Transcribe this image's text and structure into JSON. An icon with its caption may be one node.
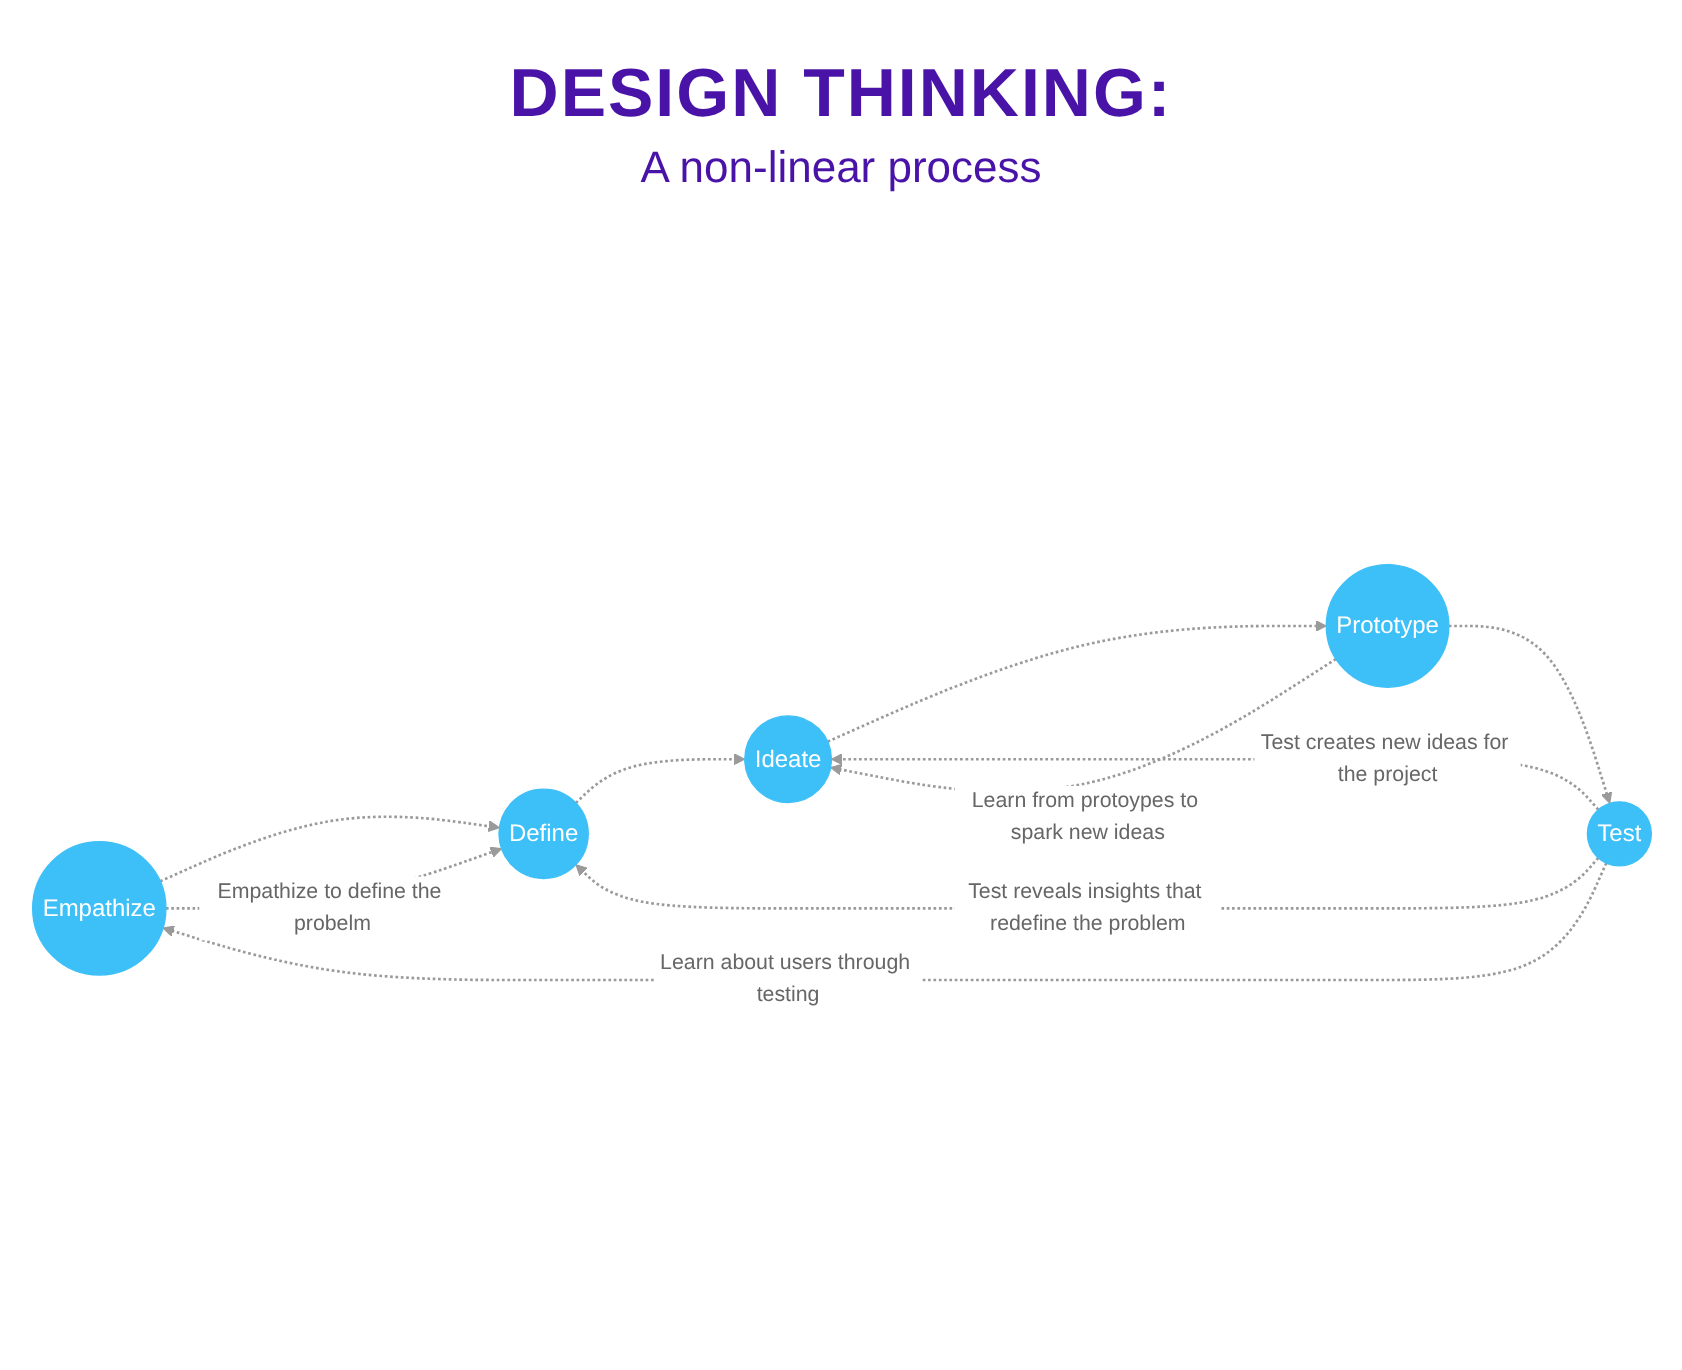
{
  "diagram": {
    "title": "DESIGN THINKING:",
    "nodes": [
      {
        "text": [
          "Empathize"
        ]
      },
      {
        "text": [
          "Define"
        ]
      },
      {
        "text": [
          "Ideate"
        ]
      },
      {
        "text": [
          "Prototype"
        ]
      },
      {
        "text": [
          "Test"
        ]
      }
    ],
    "edges": [
      {
        "from": 0,
        "to": 1,
        "arrow": "to",
        "style": "dashed"
      },
      {
        "from": 1,
        "to": 2,
        "arrow": "to",
        "style": "dashed"
      },
      {
        "from": 2,
        "to": 3,
        "arrow": "to",
        "style": "dashed"
      },
      {
        "from": 3,
        "to": 4,
        "arrow": "to",
        "style": "dashed"
      },
      {
        "from": 4,
        "to": 0,
        "arrow": "to",
        "style": "dashed",
        "label": "Learn about users through testing"
      },
      {
        "from": 0,
        "to": 1,
        "arrow": "to",
        "style": "dashed",
        "label": "Empathize to define the probelm"
      },
      {
        "from": 4,
        "to": 2,
        "arrow": "to",
        "style": "dashed",
        "label": "Test creates new ideas for the project"
      },
      {
        "from": 3,
        "to": 2,
        "arrow": "to",
        "style": "dashed",
        "label": "Learn from protoypes to spark new ideas"
      },
      {
        "from": 4,
        "to": 1,
        "arrow": "to",
        "style": "dashed",
        "label": "Test reveals insights that redefine the problem"
      }
    ],
    "labels": [
      "A non-linear process"
    ]
  }
}
